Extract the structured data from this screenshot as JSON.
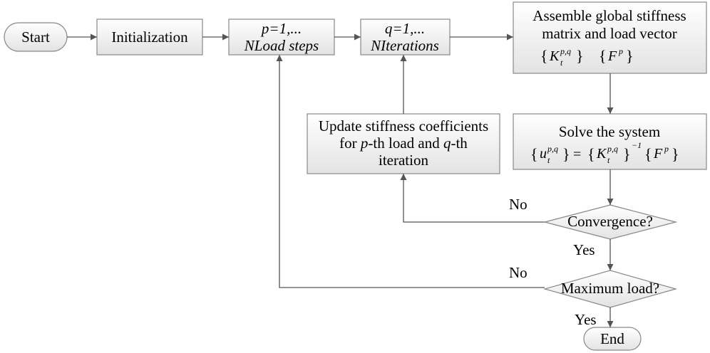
{
  "nodes": {
    "start": "Start",
    "init": "Initialization",
    "load_loop": {
      "line1": "p=1,...",
      "line2": "NLoad steps"
    },
    "iter_loop": {
      "line1": "q=1,...",
      "line2": "NIterations"
    },
    "assemble": {
      "line1": "Assemble global stiffness",
      "line2": "matrix and load vector",
      "K": "K",
      "K_sub": "t",
      "K_sup": "p,q",
      "F": "F",
      "F_sup": "p"
    },
    "solve": {
      "line1": "Solve the system",
      "u": "u",
      "u_sub": "t",
      "u_sup": "p,q",
      "equals": "=",
      "K": "K",
      "K_sub": "t",
      "K_sup": "p,q",
      "inverse": "−1",
      "F": "F",
      "F_sup": "p"
    },
    "update": {
      "line1": "Update stiffness coefficients",
      "line2_pre": "for ",
      "line2_p": "p",
      "line2_mid": "-th load and ",
      "line2_q": "q",
      "line2_post": "-th",
      "line3": "iteration"
    },
    "convergence": "Convergence?",
    "max_load": "Maximum load?",
    "end": "End"
  },
  "edge_labels": {
    "conv_no": "No",
    "conv_yes": "Yes",
    "max_no": "No",
    "max_yes": "Yes"
  }
}
